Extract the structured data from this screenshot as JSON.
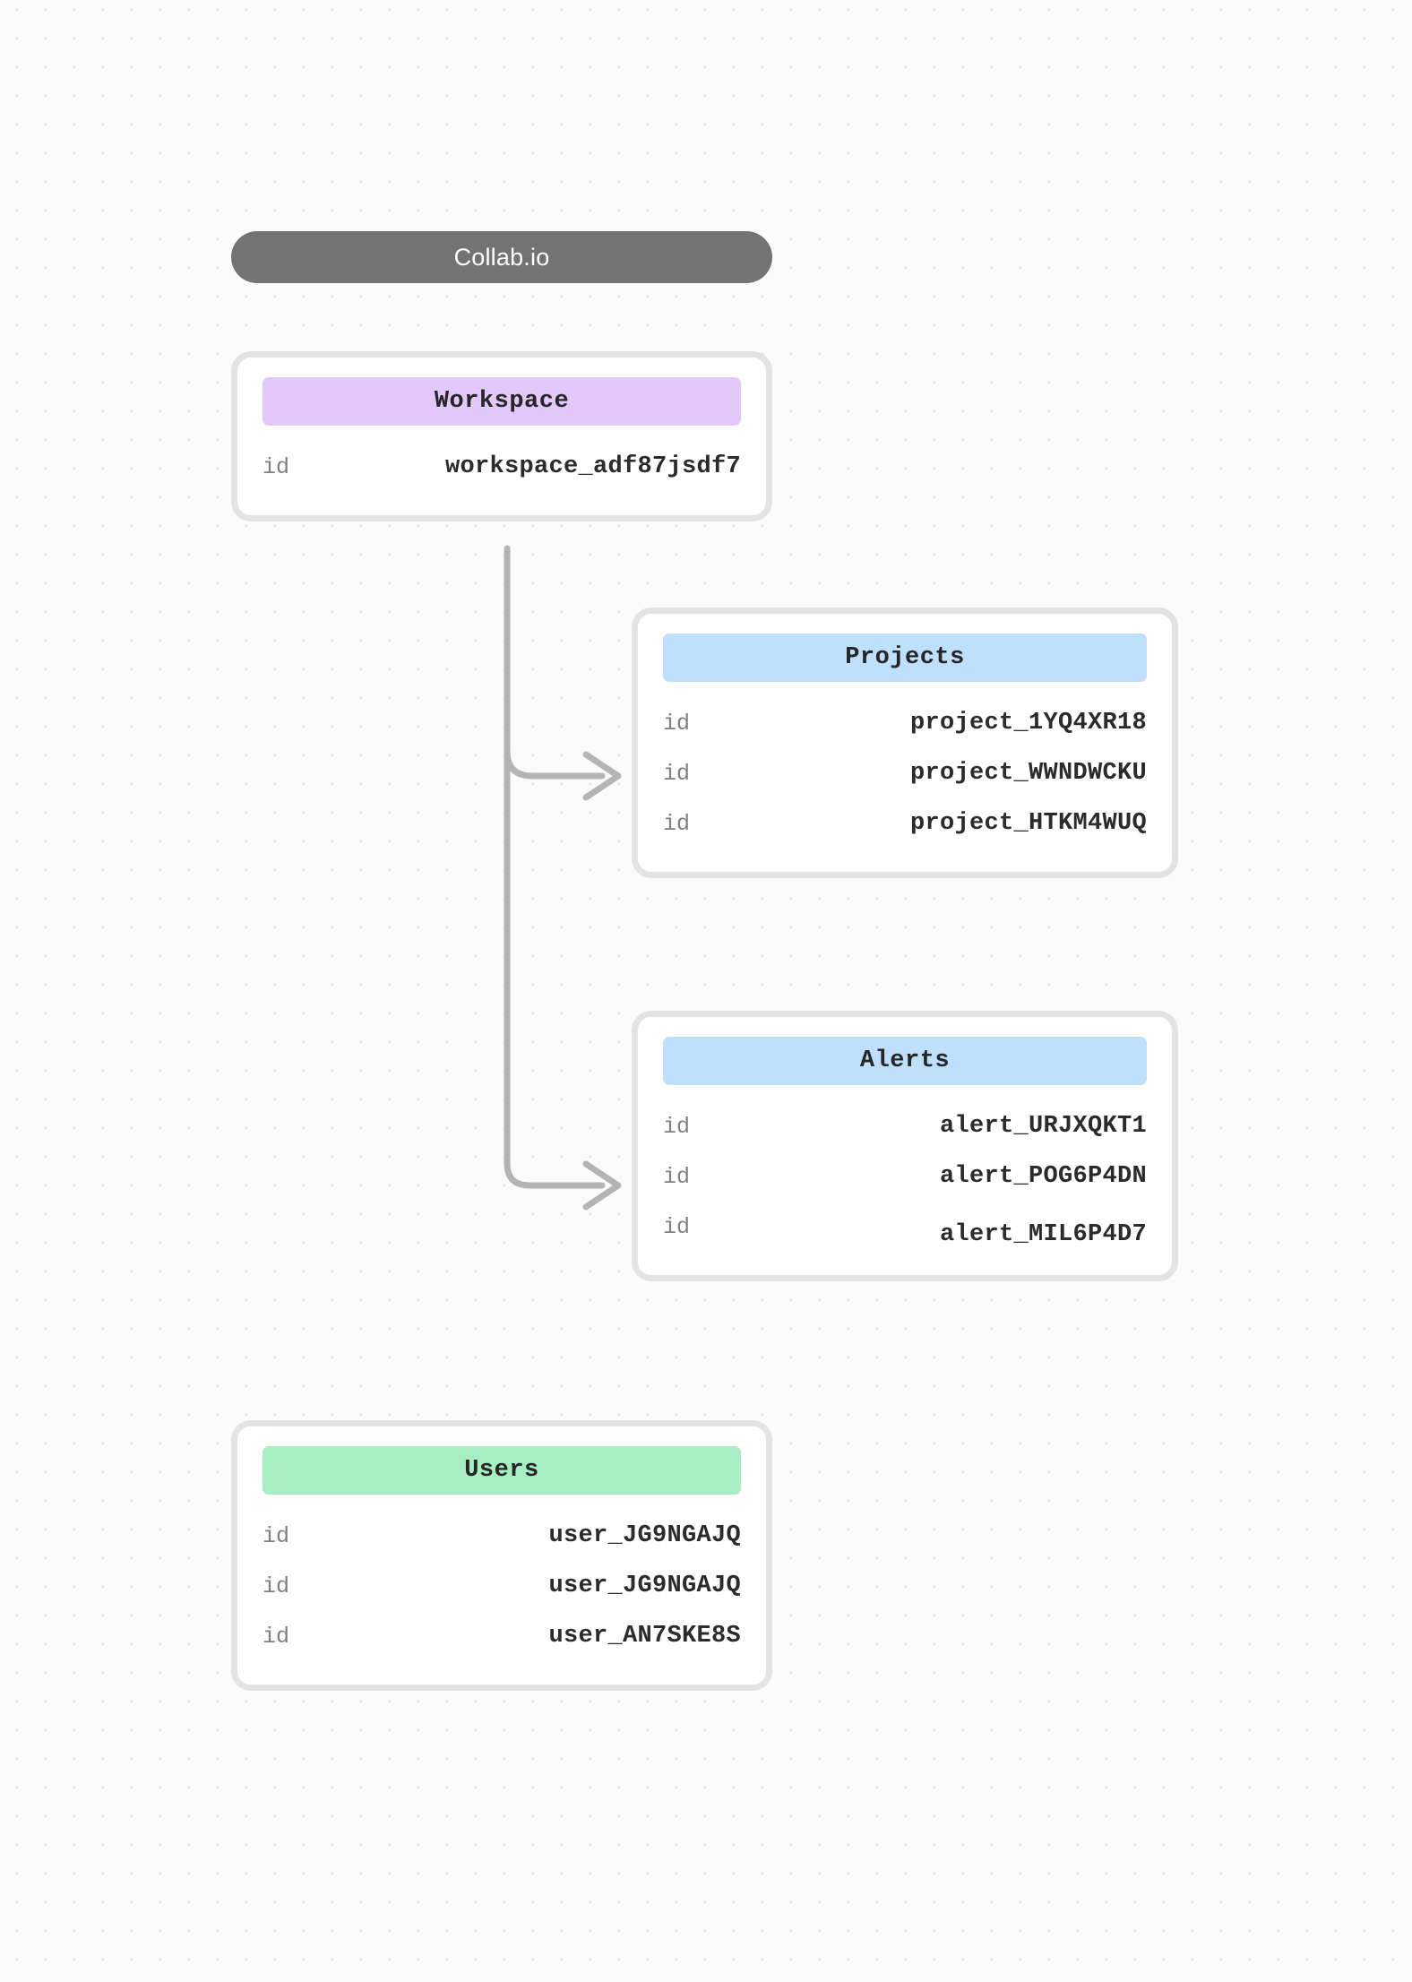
{
  "diagram": {
    "title": "Collab.io",
    "background": {
      "color": "#fbfbfb",
      "dot_color": "#e4e4e4"
    },
    "edge_color": "#b4b4b4",
    "nodes": [
      {
        "id": "workspace",
        "title": "Workspace",
        "header_color": "#e3c9fb",
        "rows": [
          {
            "key": "id",
            "value": "workspace_adf87jsdf7"
          }
        ]
      },
      {
        "id": "projects",
        "title": "Projects",
        "header_color": "#bee0fc",
        "rows": [
          {
            "key": "id",
            "value": "project_1YQ4XR18"
          },
          {
            "key": "id",
            "value": "project_WWNDWCKU"
          },
          {
            "key": "id",
            "value": "project_HTKM4WUQ"
          }
        ]
      },
      {
        "id": "alerts",
        "title": "Alerts",
        "header_color": "#bee0fc",
        "rows": [
          {
            "key": "id",
            "value": "alert_URJXQKT1"
          },
          {
            "key": "id",
            "value": "alert_POG6P4DN"
          },
          {
            "key": "id",
            "value": "alert_MIL6P4D7"
          }
        ]
      },
      {
        "id": "users",
        "title": "Users",
        "header_color": "#a7eec4",
        "rows": [
          {
            "key": "id",
            "value": "user_JG9NGAJQ"
          },
          {
            "key": "id",
            "value": "user_JG9NGAJQ"
          },
          {
            "key": "id",
            "value": "user_AN7SKE8S"
          }
        ]
      }
    ],
    "edges": [
      {
        "from": "workspace",
        "to": "projects"
      },
      {
        "from": "workspace",
        "to": "alerts"
      }
    ]
  }
}
